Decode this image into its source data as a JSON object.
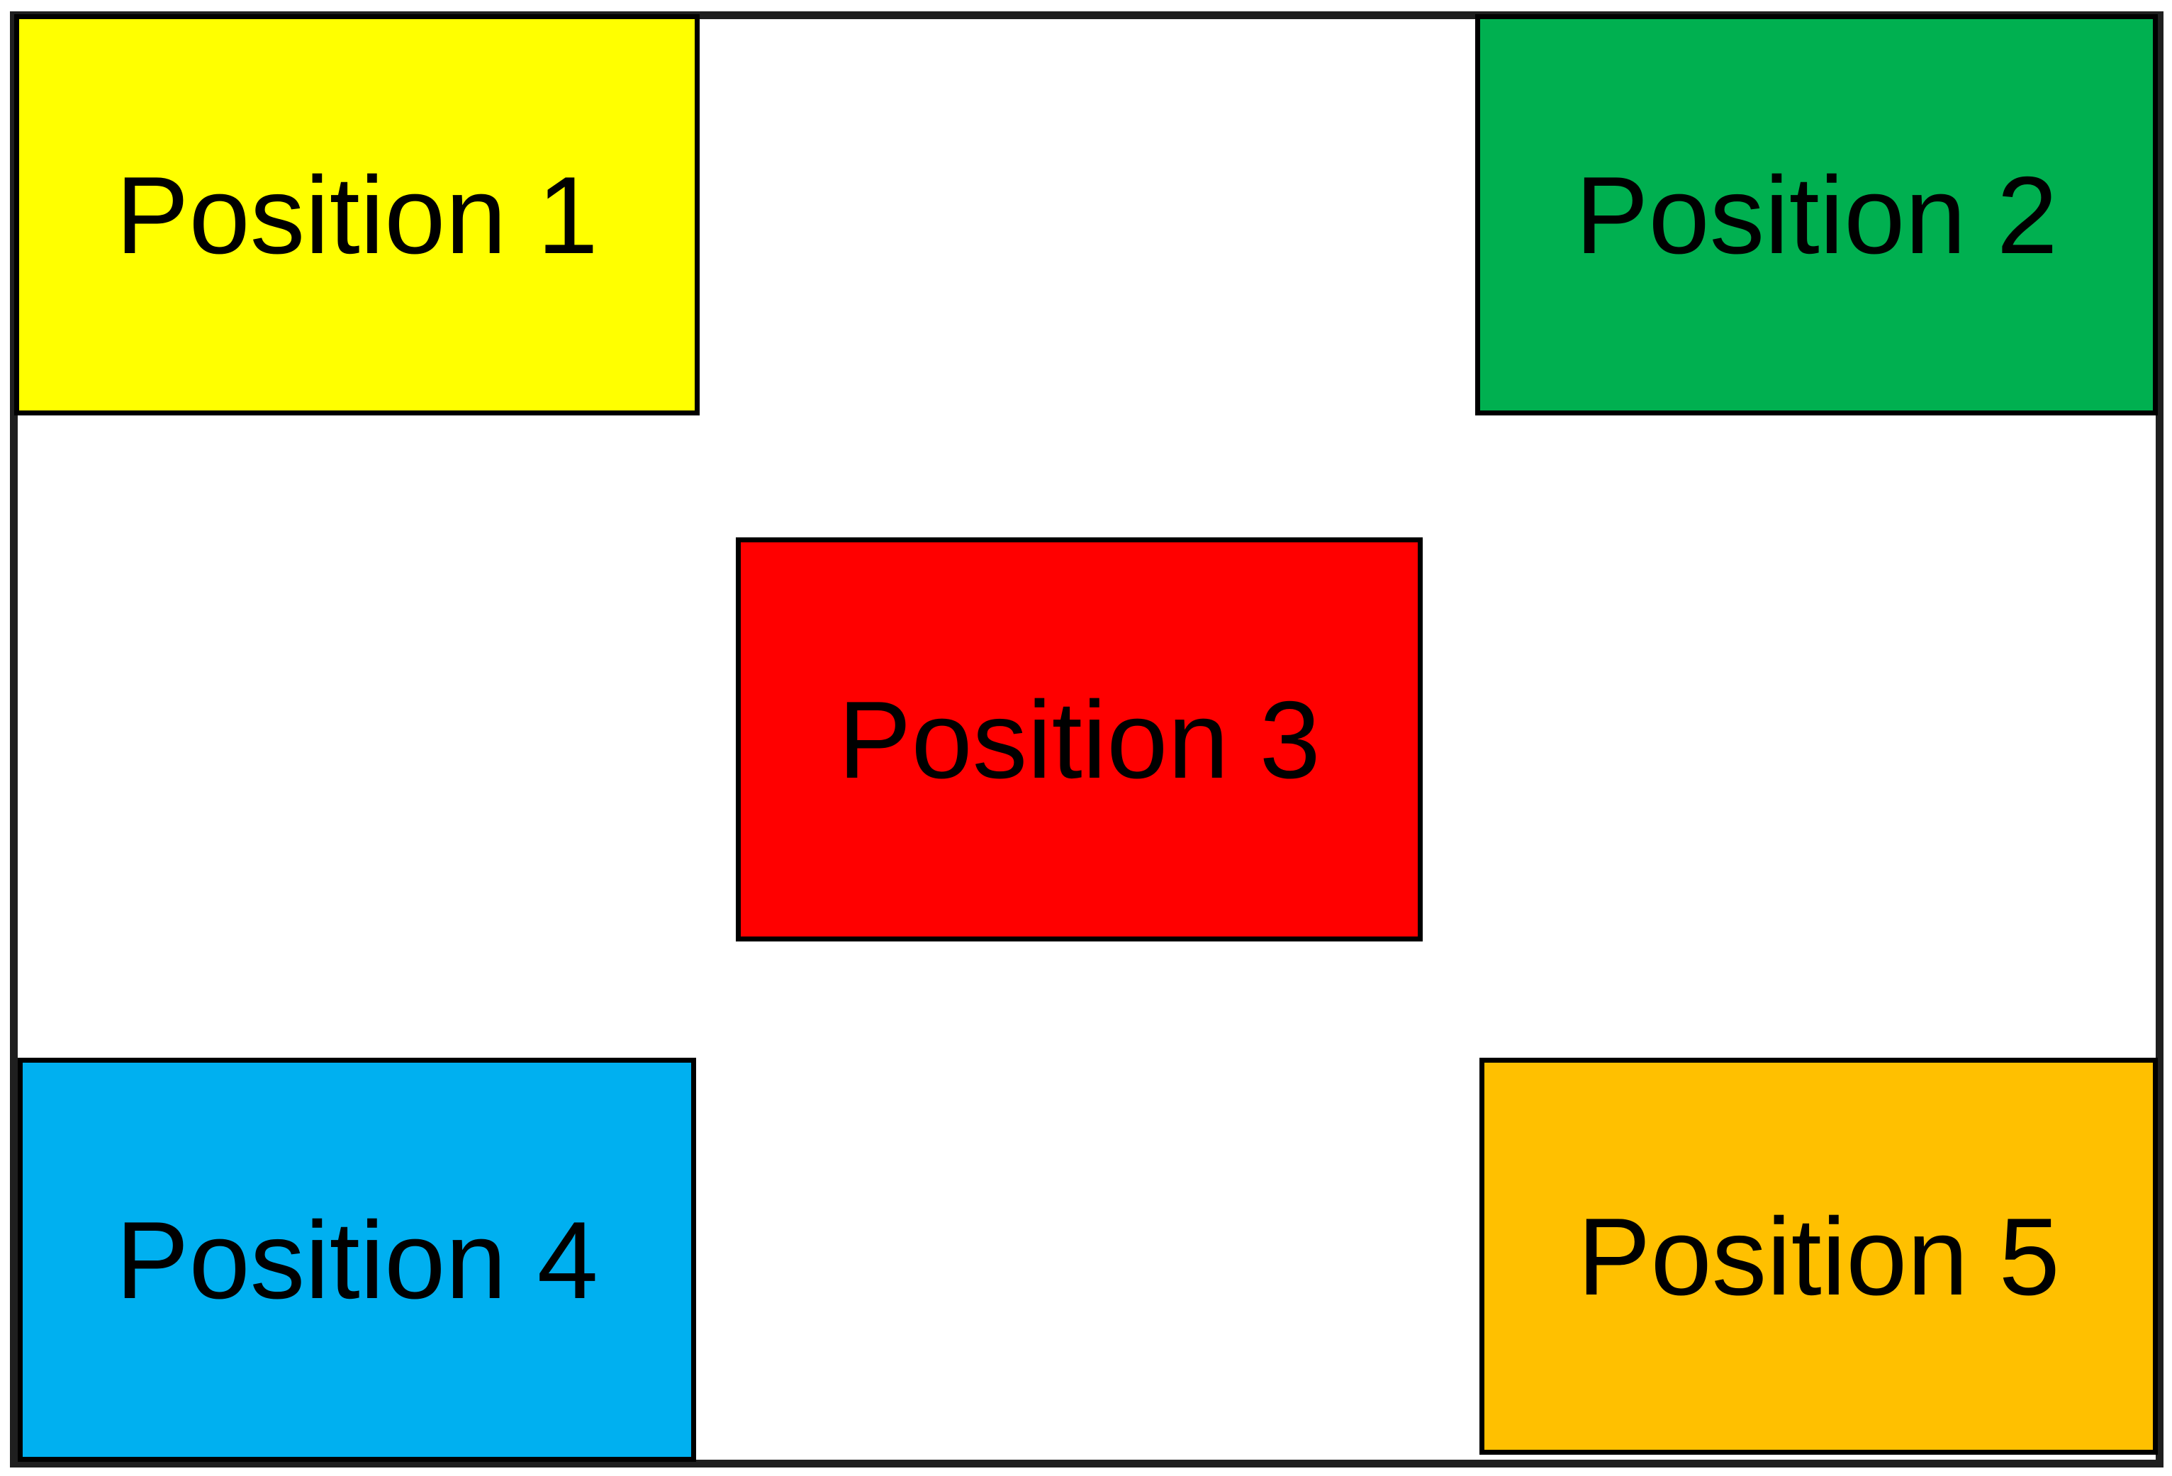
{
  "figure": {
    "background_color": "#ffffff",
    "frame": {
      "border_color": "#1f1f1f"
    },
    "box_border_color": "#000000",
    "text_color": "#000000",
    "boxes": [
      {
        "id": "position-1",
        "label": "Position 1",
        "fill": "#ffff00",
        "placement": "top-left"
      },
      {
        "id": "position-2",
        "label": "Position 2",
        "fill": "#00b050",
        "placement": "top-right"
      },
      {
        "id": "position-3",
        "label": "Position 3",
        "fill": "#ff0000",
        "placement": "center"
      },
      {
        "id": "position-4",
        "label": "Position 4",
        "fill": "#00b0f0",
        "placement": "bottom-left"
      },
      {
        "id": "position-5",
        "label": "Position 5",
        "fill": "#ffc000",
        "placement": "bottom-right"
      }
    ]
  }
}
